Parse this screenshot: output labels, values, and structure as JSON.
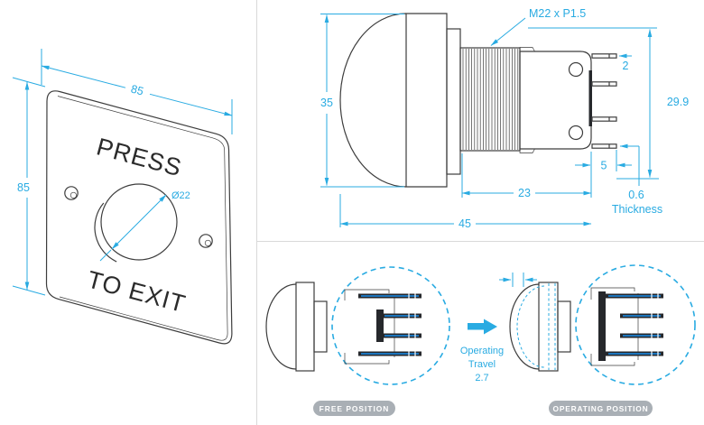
{
  "colors": {
    "accent": "#29ABE2",
    "drawing_line": "#3d3d3d",
    "pin_blue": "#1C75BC",
    "pin_dark": "#26282c",
    "badge_bg": "#A9AFB5",
    "divider": "#d9d9d9"
  },
  "plate_view": {
    "width_dim": "85",
    "height_dim": "85",
    "hole_dim": "Ø22",
    "label_line1": "PRESS",
    "label_line2": "TO EXIT"
  },
  "side_view": {
    "thread_spec": "M22 x P1.5",
    "dome_height_dim": "35",
    "terminal_width_dim": "2",
    "body_height_dim": "29.9",
    "terminal_length_dim": "5",
    "thread_length_dim": "23",
    "overall_length_dim": "45",
    "thickness_value": "0.6",
    "thickness_label": "Thickness"
  },
  "positions_view": {
    "free_badge": "FREE POSITION",
    "operating_badge": "OPERATING POSITION",
    "travel_label_line1": "Operating",
    "travel_label_line2": "Travel",
    "travel_value": "2.7"
  }
}
